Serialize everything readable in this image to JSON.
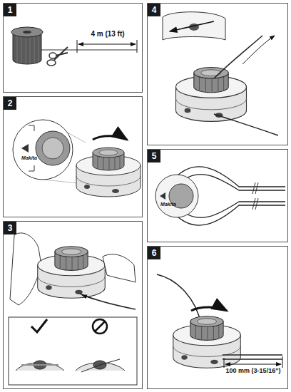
{
  "diagram": {
    "nodes": [
      {
        "text": [
          "1"
        ]
      },
      {
        "text": [
          "2"
        ]
      },
      {
        "text": [
          "3"
        ]
      },
      {
        "text": [
          "4"
        ]
      },
      {
        "text": [
          "5"
        ]
      },
      {
        "text": [
          "6"
        ]
      }
    ],
    "labels": [
      "4 m (13 ft)",
      "100 mm (3-15/16\")",
      "Makita",
      "Makita"
    ]
  }
}
